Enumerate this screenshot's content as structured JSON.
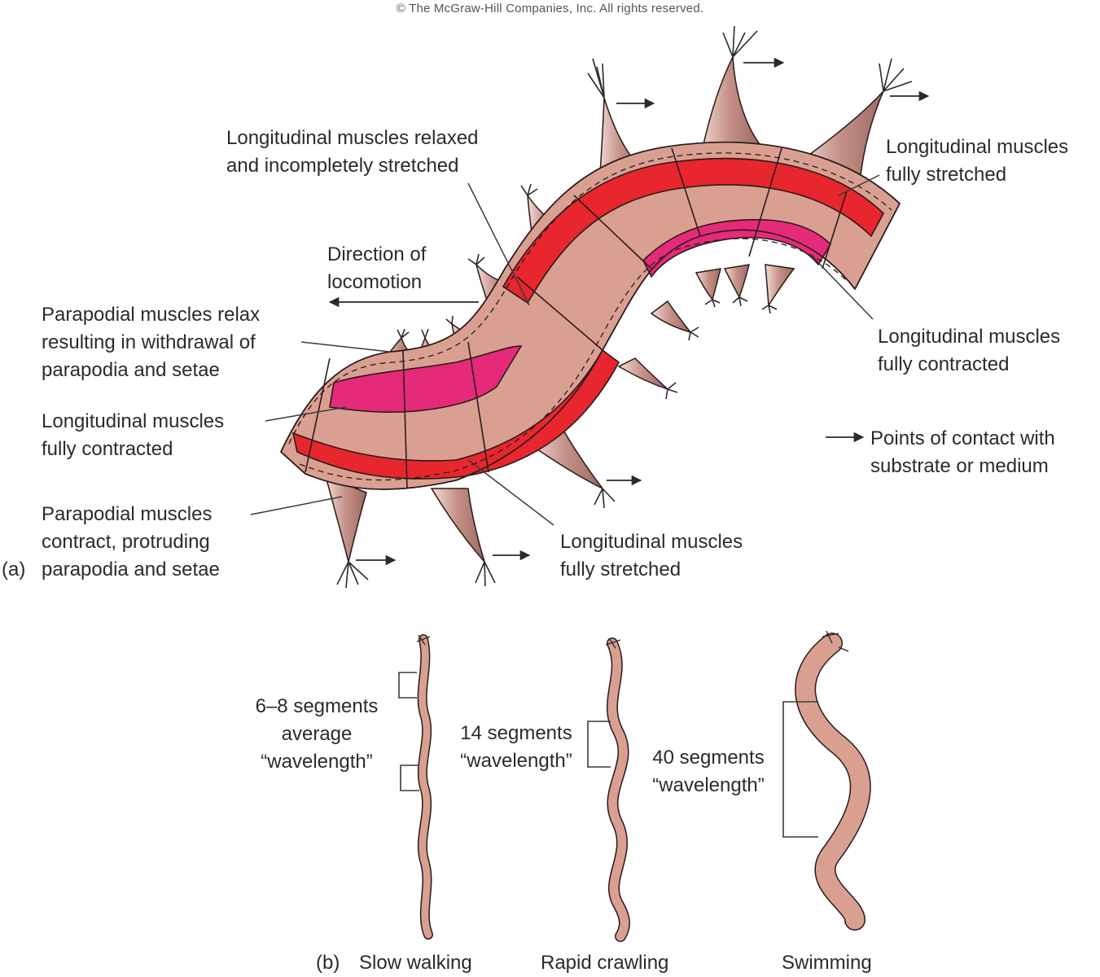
{
  "copyright": "© The McGraw-Hill Companies, Inc. All rights reserved.",
  "panel_a": {
    "tag": "(a)",
    "labels": {
      "long_relaxed": [
        "Longitudinal muscles relaxed",
        "and incompletely stretched"
      ],
      "long_stretched_top": [
        "Longitudinal muscles",
        "fully stretched"
      ],
      "direction": [
        "Direction of",
        "locomotion"
      ],
      "parapodial_relax": [
        "Parapodial muscles relax",
        "resulting in withdrawal of",
        "parapodia and setae"
      ],
      "long_contracted_right": [
        "Longitudinal muscles",
        "fully contracted"
      ],
      "long_contracted_left": [
        "Longitudinal muscles",
        "fully contracted"
      ],
      "contact": [
        "Points of contact with",
        "substrate or medium"
      ],
      "parapodial_contract": [
        "Parapodial muscles",
        "contract, protruding",
        "parapodia and setae"
      ],
      "long_stretched_bottom": [
        "Longitudinal muscles",
        "fully stretched"
      ]
    }
  },
  "panel_b": {
    "tag": "(b)",
    "worms": [
      {
        "name": "Slow walking",
        "wavelength": [
          "6–8 segments",
          "average",
          "“wavelength”"
        ]
      },
      {
        "name": "Rapid crawling",
        "wavelength": [
          "14 segments",
          "“wavelength”"
        ]
      },
      {
        "name": "Swimming",
        "wavelength": [
          "40 segments",
          "“wavelength”"
        ]
      }
    ]
  },
  "colors": {
    "body": "#d9a091",
    "muscle_red": "#e8262e",
    "muscle_pink": "#e62a7a",
    "outline": "#2a1a1a",
    "parapod": "#c48f86"
  }
}
